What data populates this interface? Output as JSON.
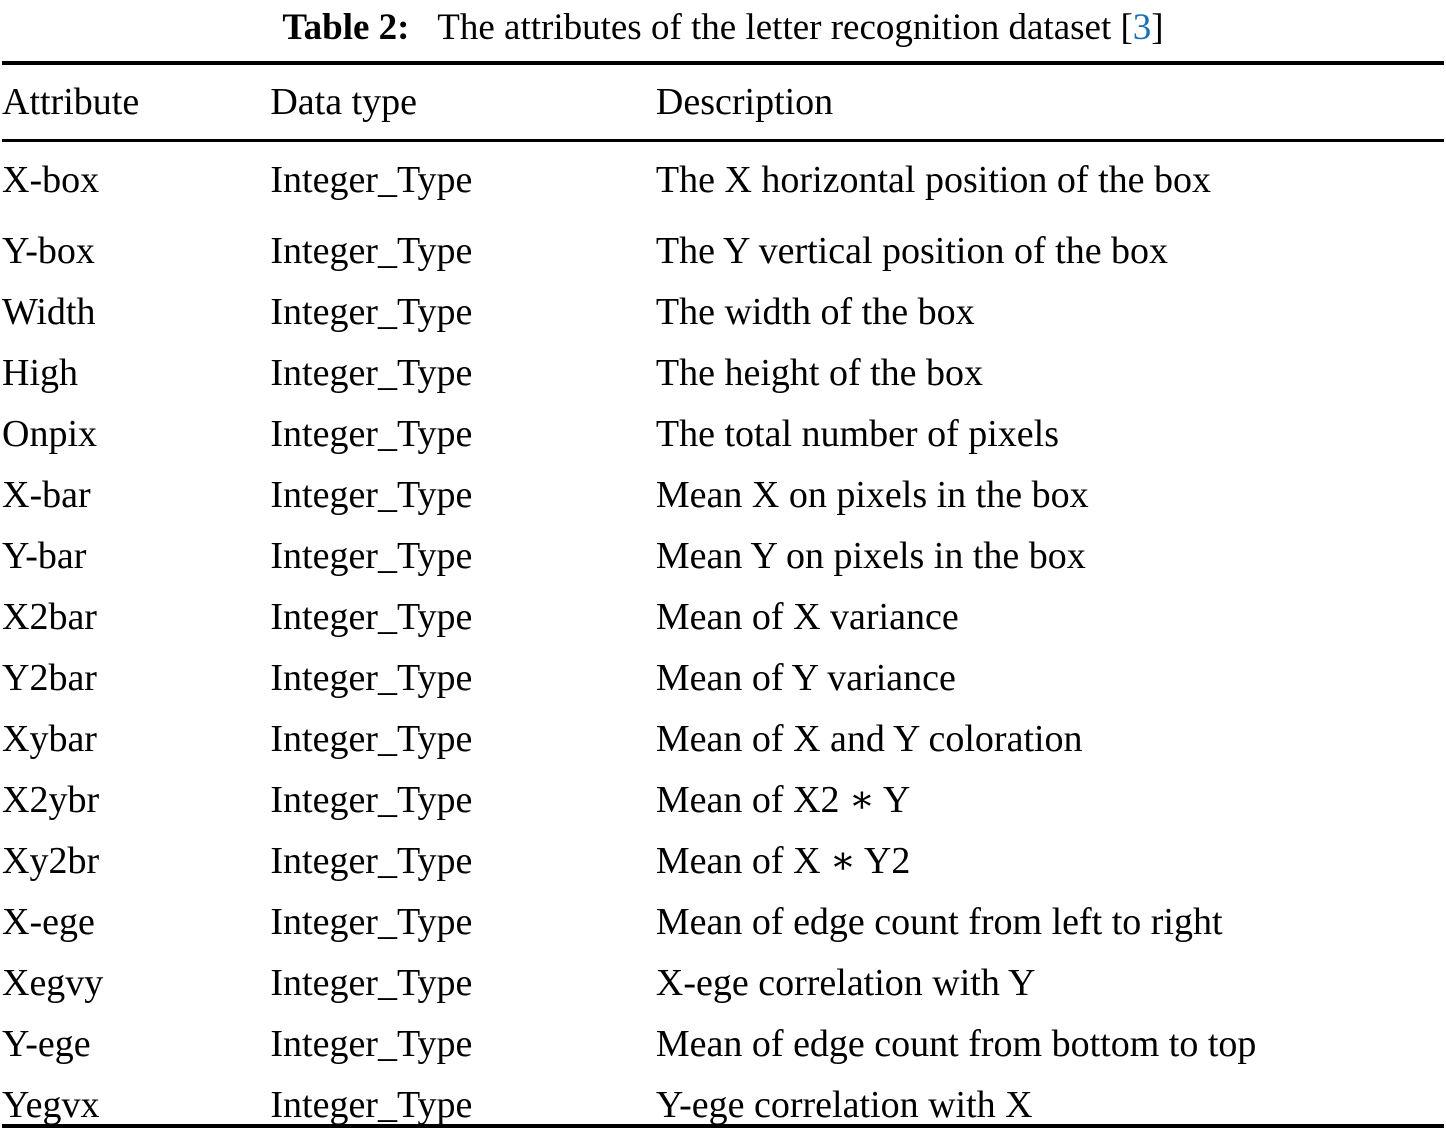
{
  "caption": {
    "label": "Table 2:",
    "text": "The attributes of the letter recognition dataset",
    "citation_open": "[",
    "citation_number": "3",
    "citation_close": "]",
    "citation_color": "#1a6fb5"
  },
  "table": {
    "headers": {
      "attribute": "Attribute",
      "data_type": "Data type",
      "description": "Description"
    },
    "rows": [
      {
        "attribute": "X-box",
        "data_type": "Integer_Type",
        "description": "The X horizontal position of the box"
      },
      {
        "attribute": "Y-box",
        "data_type": "Integer_Type",
        "description": "The Y vertical position of the box"
      },
      {
        "attribute": "Width",
        "data_type": "Integer_Type",
        "description": "The width of the box"
      },
      {
        "attribute": "High",
        "data_type": "Integer_Type",
        "description": "The height of the box"
      },
      {
        "attribute": "Onpix",
        "data_type": "Integer_Type",
        "description": "The total number of pixels"
      },
      {
        "attribute": "X-bar",
        "data_type": "Integer_Type",
        "description": "Mean X on pixels in the box"
      },
      {
        "attribute": "Y-bar",
        "data_type": "Integer_Type",
        "description": "Mean Y on pixels in the box"
      },
      {
        "attribute": "X2bar",
        "data_type": "Integer_Type",
        "description": "Mean of X variance"
      },
      {
        "attribute": "Y2bar",
        "data_type": "Integer_Type",
        "description": "Mean of Y variance"
      },
      {
        "attribute": "Xybar",
        "data_type": "Integer_Type",
        "description": "Mean of X and Y coloration"
      },
      {
        "attribute": "X2ybr",
        "data_type": "Integer_Type",
        "description": "Mean of X2 ∗ Y"
      },
      {
        "attribute": "Xy2br",
        "data_type": "Integer_Type",
        "description": "Mean of X ∗ Y2"
      },
      {
        "attribute": "X-ege",
        "data_type": "Integer_Type",
        "description": "Mean of edge count from left to right"
      },
      {
        "attribute": "Xegvy",
        "data_type": "Integer_Type",
        "description": "X-ege correlation with Y"
      },
      {
        "attribute": "Y-ege",
        "data_type": "Integer_Type",
        "description": "Mean of edge count from bottom to top"
      },
      {
        "attribute": "Yegvx",
        "data_type": "Integer_Type",
        "description": "Y-ege correlation with X"
      }
    ]
  }
}
